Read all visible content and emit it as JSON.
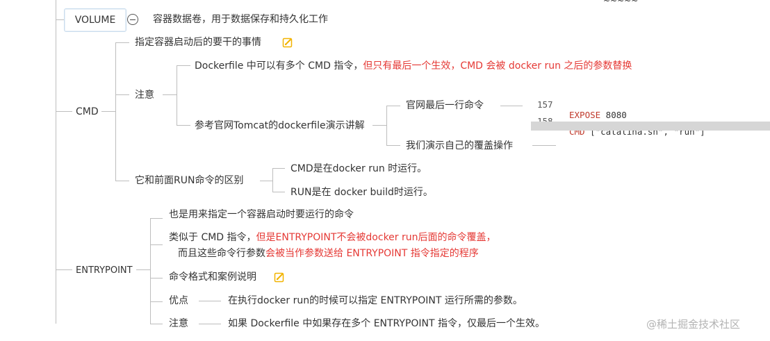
{
  "top_cut_text": "~~~~~",
  "volume": {
    "label": "VOLUME",
    "desc": "容器数据卷，用于数据保存和持久化工作"
  },
  "cmd": {
    "label": "CMD",
    "child1": "指定容器启动后的要干的事情",
    "note": {
      "label": "注意",
      "item1_black": "Dockerfile 中可以有多个 CMD 指令，",
      "item1_red": "但只有最后一个生效，CMD 会被 docker run 之后的参数替换",
      "item2": "参考官网Tomcat的dockerfile演示讲解",
      "sub1": "官网最后一行命令",
      "sub2": "我们演示自己的覆盖操作"
    },
    "diff": {
      "label": "它和前面RUN命令的区别",
      "item1": "CMD是在docker run 时运行。",
      "item2": "RUN是在 docker build时运行。"
    }
  },
  "code": {
    "line1_no": "157",
    "line1_kw": "EXPOSE",
    "line1_rest": " 8080",
    "line2_no": "158",
    "line2_kw": "CMD",
    "line2_rest": " [\"catalina.sh\", \"run\"]"
  },
  "entrypoint": {
    "label": "ENTRYPOINT",
    "child1": "也是用来指定一个容器启动时要运行的命令",
    "child2_black1": "类似于 CMD 指令，",
    "child2_red1": "但是ENTRYPOINT不会被docker run后面的命令覆盖，",
    "child2_black2": "而且这些命令行参数",
    "child2_red2": "会被当作参数送给 ENTRYPOINT 指令指定的程序",
    "child3": "命令格式和案例说明",
    "adv_label": "优点",
    "adv_text": "在执行docker run的时候可以指定 ENTRYPOINT 运行所需的参数。",
    "note_label": "注意",
    "note_text": "如果 Dockerfile 中如果存在多个 ENTRYPOINT 指令，仅最后一个生效。"
  },
  "watermark": "@稀土掘金技术社区",
  "colors": {
    "red_text": "#e53935",
    "line": "#bdbdbd",
    "note_icon": "#f2b300"
  }
}
